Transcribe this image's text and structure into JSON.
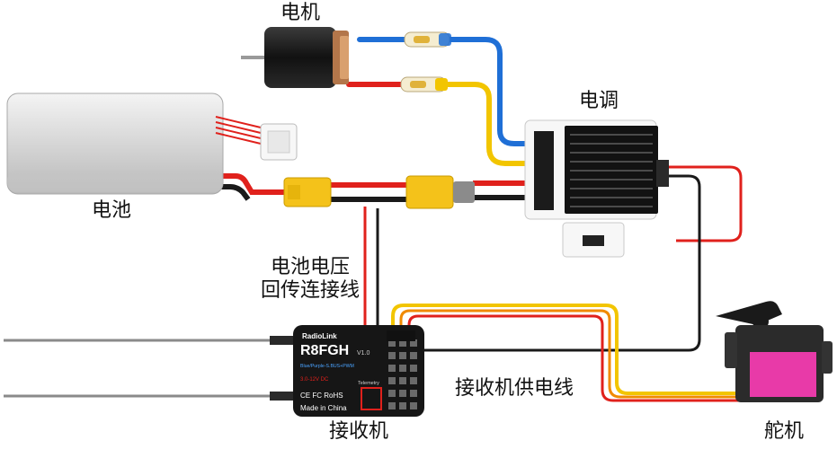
{
  "labels": {
    "motor": "电机",
    "esc": "电调",
    "battery": "电池",
    "voltage_return": [
      "电池电压",
      "回传连接线"
    ],
    "receiver": "接收机",
    "receiver_power": "接收机供电线",
    "servo": "舵机"
  },
  "receiver": {
    "brand": "RadioLink",
    "model": "R8FGH",
    "version": "V1.0",
    "signal": "Blue/Purple-S.BUS+PWM",
    "voltage": "3.0-12V DC",
    "telemetry": "Telemetry",
    "certs": "CE FC RoHS",
    "origin": "Made in China"
  },
  "colors": {
    "wire_red": "#e0211c",
    "wire_blue": "#1f6fd6",
    "wire_yellow": "#f2c500",
    "wire_black": "#1a1a1a",
    "wire_orange": "#f08a00",
    "servo_sticker": "#e83aa8",
    "xt60_yellow": "#f4c21a"
  }
}
